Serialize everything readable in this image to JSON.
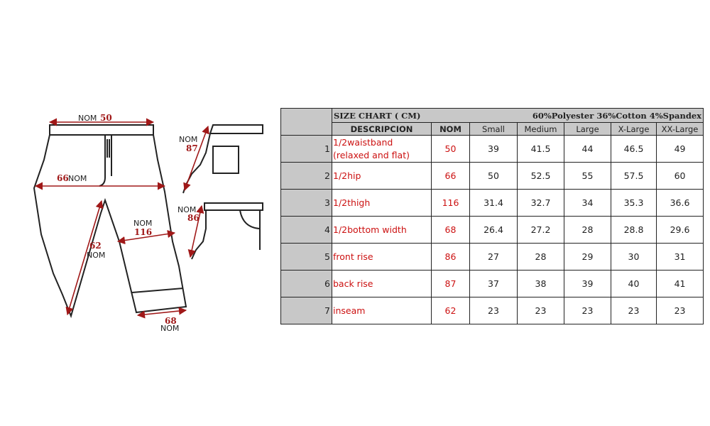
{
  "diagram": {
    "labels": {
      "waist_nom": "NOM",
      "waist_val": "50",
      "hip_val": "66",
      "hip_nom": "NOM",
      "thigh_nom": "NOM",
      "thigh_val": "116",
      "inseam_val": "62",
      "inseam_nom": "NOM",
      "bottom_val": "68",
      "bottom_nom": "NOM",
      "back_nom": "NOM",
      "back_val": "87",
      "front_nom": "NOM",
      "front_val": "86"
    }
  },
  "size_chart": {
    "title": "SIZE  CHART ( CM)",
    "material": "60%Polyester 36%Cotton 4%Spandex",
    "headers": [
      "DESCRIPCION",
      "NOM",
      "Small",
      "Medium",
      "Large",
      "X-Large",
      "XX-Large"
    ],
    "rows": [
      {
        "index": "1",
        "description": "1/2waistband (relaxed and flat)",
        "nom": "50",
        "values": [
          "39",
          "41.5",
          "44",
          "46.5",
          "49"
        ]
      },
      {
        "index": "2",
        "description": "1/2hip",
        "nom": "66",
        "values": [
          "50",
          "52.5",
          "55",
          "57.5",
          "60"
        ]
      },
      {
        "index": "3",
        "description": "1/2thigh",
        "nom": "116",
        "values": [
          "31.4",
          "32.7",
          "34",
          "35.3",
          "36.6"
        ]
      },
      {
        "index": "4",
        "description": "1/2bottom width",
        "nom": "68",
        "values": [
          "26.4",
          "27.2",
          "28",
          "28.8",
          "29.6"
        ]
      },
      {
        "index": "5",
        "description": "front rise",
        "nom": "86",
        "values": [
          "27",
          "28",
          "29",
          "30",
          "31"
        ]
      },
      {
        "index": "6",
        "description": "back rise",
        "nom": "87",
        "values": [
          "37",
          "38",
          "39",
          "40",
          "41"
        ]
      },
      {
        "index": "7",
        "description": "inseam",
        "nom": "62",
        "values": [
          "23",
          "23",
          "23",
          "23",
          "23"
        ]
      }
    ]
  },
  "colors": {
    "header_gray": "#c8c8c8",
    "accent_red": "#cc1111",
    "arrow_red": "#a01818"
  }
}
